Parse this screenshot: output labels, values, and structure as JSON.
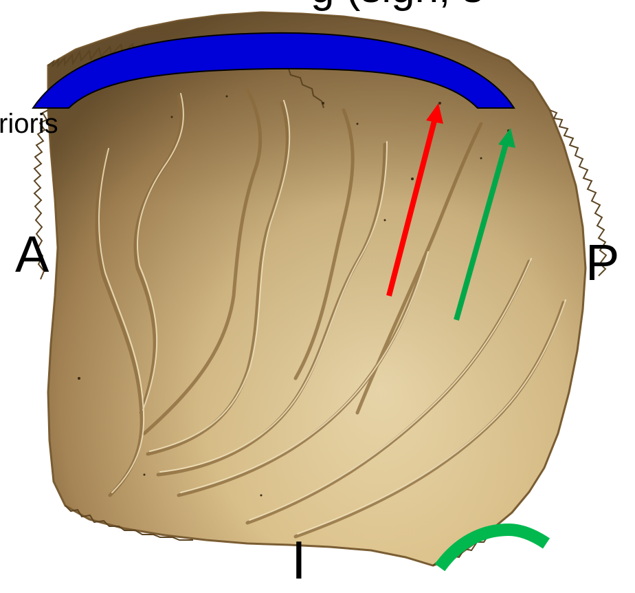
{
  "labels": {
    "anterior": "A",
    "posterior": "P",
    "inferior": "I",
    "sulcus_fragment": "rioris",
    "title_fragment": "g (sign, s"
  },
  "colors": {
    "superior_border_arc": "#0000d8",
    "red_arrow": "#ff0000",
    "green_arrow": "#00a84a",
    "green_corner_arc": "#00b84e",
    "bone_light": "#f1dfb2",
    "bone_mid": "#c7a971",
    "bone_dark": "#6e5632"
  },
  "markers": [
    {
      "name": "superior-border-arc",
      "color": "#0000d8"
    },
    {
      "name": "red-arrow",
      "color": "#ff0000"
    },
    {
      "name": "green-arrow",
      "color": "#00a84a"
    },
    {
      "name": "green-corner-arc",
      "color": "#00b84e"
    }
  ]
}
